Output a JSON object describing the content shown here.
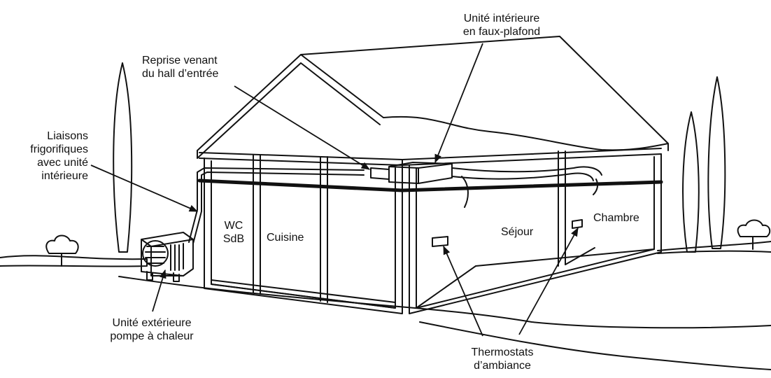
{
  "labels": {
    "indoor_unit": {
      "line1": "Unité intérieure",
      "line2": "en faux-plafond"
    },
    "return_air": {
      "line1": "Reprise venant",
      "line2": "du hall d’entrée"
    },
    "refrigerant_lines": {
      "line1": "Liaisons",
      "line2": "frigorifiques",
      "line3": "avec unité",
      "line4": "intérieure"
    },
    "wc": {
      "line1": "WC",
      "line2": "SdB"
    },
    "kitchen": "Cuisine",
    "living": "Séjour",
    "bedroom": "Chambre",
    "outdoor_unit": {
      "line1": "Unité extérieure",
      "line2": "pompe à chaleur"
    },
    "thermostats": {
      "line1": "Thermostats",
      "line2": "d’ambiance"
    }
  },
  "colors": {
    "ink": "#111111",
    "background": "#ffffff"
  }
}
